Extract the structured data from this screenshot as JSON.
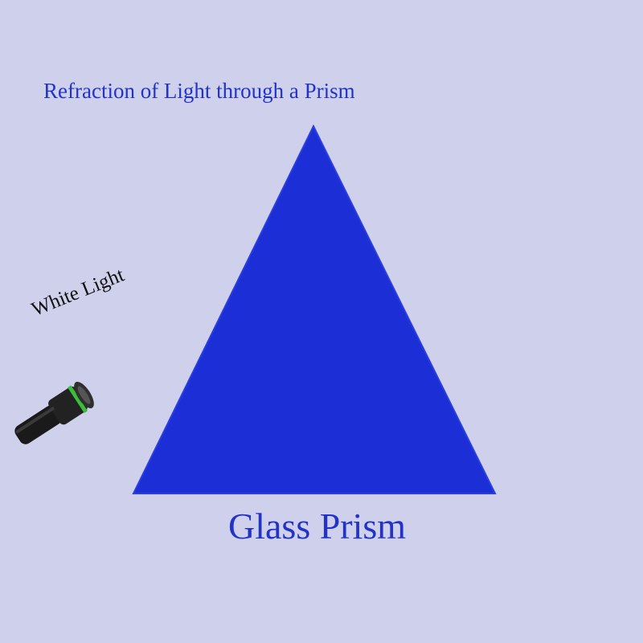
{
  "diagram": {
    "title": "Refraction of Light through a Prism",
    "prism_label": "Glass Prism",
    "light_source_label": "White Light",
    "colors": {
      "background": "#cfd1ec",
      "prism": "#1c2fd6",
      "text_blue": "#2233c8",
      "flashlight_ring": "#3bbf3b"
    },
    "icons": [
      "flashlight-icon"
    ]
  }
}
